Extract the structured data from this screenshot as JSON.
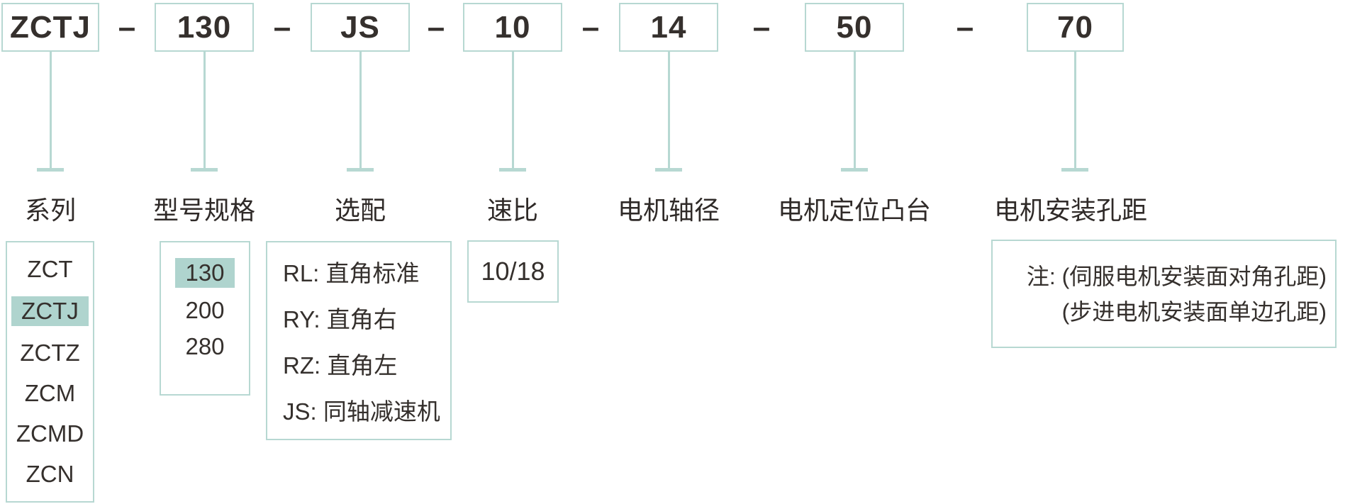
{
  "colors": {
    "teal_border": "#b7d8d2",
    "teal_highlight": "#afd4ce",
    "ink": "#35302d"
  },
  "code": {
    "separator": "–",
    "segments": [
      "ZCTJ",
      "130",
      "JS",
      "10",
      "14",
      "50",
      "70"
    ]
  },
  "fields": [
    {
      "label": "系列"
    },
    {
      "label": "型号规格"
    },
    {
      "label": "选配"
    },
    {
      "label": "速比"
    },
    {
      "label": "电机轴径"
    },
    {
      "label": "电机定位凸台"
    },
    {
      "label": "电机安装孔距"
    }
  ],
  "series_box": {
    "items": [
      "ZCT",
      "ZCTJ",
      "ZCTZ",
      "ZCM",
      "ZCMD",
      "ZCN"
    ],
    "selected": "ZCTJ"
  },
  "spec_box": {
    "items": [
      "130",
      "200",
      "280"
    ],
    "selected": "130"
  },
  "option_box": {
    "items": [
      "RL: 直角标准",
      "RY: 直角右",
      "RZ: 直角左",
      "JS: 同轴减速机"
    ]
  },
  "ratio_box": {
    "value": "10/18"
  },
  "note_box": {
    "line1": "注: (伺服电机安装面对角孔距)",
    "line2": "(步进电机安装面单边孔距)"
  }
}
